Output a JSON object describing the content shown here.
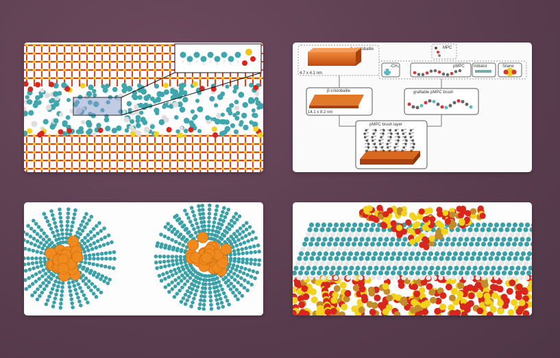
{
  "figures": [
    {
      "kind": "molecular-simulation-channel"
    },
    {
      "kind": "schematic",
      "labels": {
        "beta_crist_top": "β-cristobalite",
        "size_top": "4.7 x 4.1 nm",
        "ch3": "-CH₃",
        "mpc": "MPC",
        "pmpc": "pMPC",
        "initiator": "Initiator",
        "silane": "Silane",
        "beta_crist_mid": "β-cristobalite",
        "size_mid": "14.1 x 8.2 nm",
        "graftable": "graftable pMPC brush",
        "brush_layer": "pMPC brush layer"
      }
    },
    {
      "kind": "nanoparticle-ligands"
    },
    {
      "kind": "surface-ligand-layer"
    }
  ]
}
